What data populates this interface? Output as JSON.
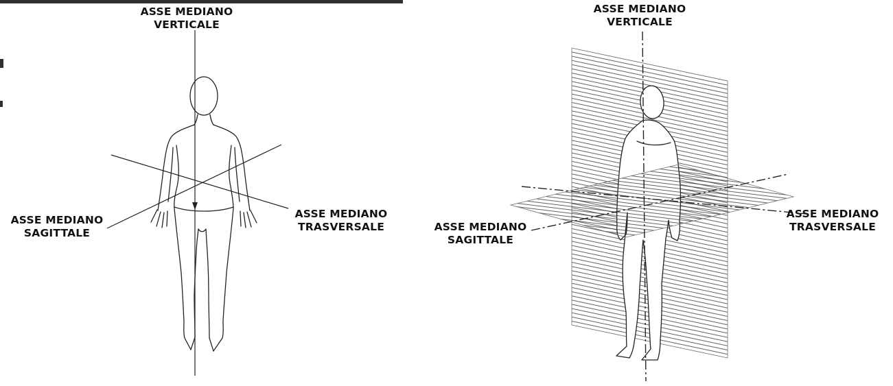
{
  "colors": {
    "ink": "#1f1f1f",
    "background": "#ffffff",
    "hatch": "#3a3a3a"
  },
  "left_diagram": {
    "labels": {
      "vertical": {
        "line1": "ASSE MEDIANO",
        "line2": "VERTICALE"
      },
      "sagittal": {
        "line1": "ASSE MEDIANO",
        "line2": "SAGITTALE"
      },
      "transverse": {
        "line1": "ASSE MEDIANO",
        "line2": "TRASVERSALE"
      }
    }
  },
  "right_diagram": {
    "labels": {
      "vertical": {
        "line1": "ASSE MEDIANO",
        "line2": "VERTICALE"
      },
      "sagittal": {
        "line1": "ASSE MEDIANO",
        "line2": "SAGITTALE"
      },
      "transverse": {
        "line1": "ASSE MEDIANO",
        "line2": "TRASVERSALE"
      }
    }
  }
}
